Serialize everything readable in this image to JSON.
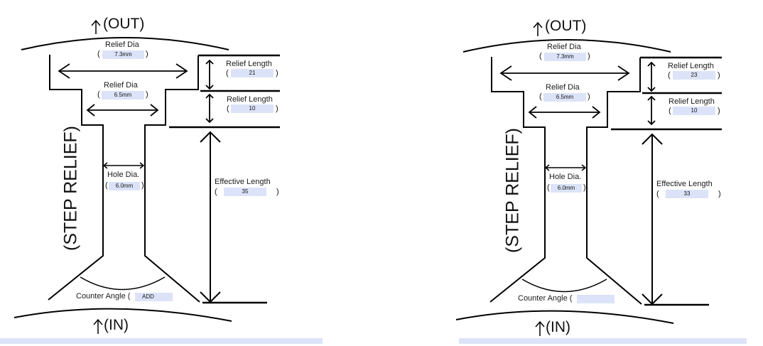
{
  "panels": [
    {
      "out_label": "(OUT)",
      "in_label": "(IN)",
      "side_label": "(STEP RELIEF)",
      "relief_dia_label": "Relief  Dia",
      "relief_dia_1": "7.3mm",
      "relief_dia_2": "6.5mm",
      "relief_length_label": "Relief  Length",
      "relief_length_1": "21",
      "relief_length_2": "10",
      "hole_dia_label": "Hole Dia.",
      "hole_dia": "6.0mm",
      "effective_length_label": "Effective  Length",
      "effective_length": "35",
      "counter_angle_label": "Counter Angle (",
      "counter_angle": "ADD"
    },
    {
      "out_label": "(OUT)",
      "in_label": "(IN)",
      "side_label": "(STEP RELIEF)",
      "relief_dia_label": "Relief  Dia",
      "relief_dia_1": "7.3mm",
      "relief_dia_2": "6.5mm",
      "relief_length_label": "Relief  Length",
      "relief_length_1": "23",
      "relief_length_2": "10",
      "hole_dia_label": "Hole Dia.",
      "hole_dia": "6.0mm",
      "effective_length_label": "Effective  Length",
      "effective_length": "33",
      "counter_angle_label": "Counter Angle (",
      "counter_angle": ""
    }
  ],
  "colors": {
    "field": "#dce3f8",
    "line": "#000000"
  }
}
